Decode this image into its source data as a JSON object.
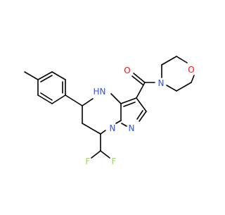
{
  "molecule": {
    "atom_labels": {
      "oxygen_carbonyl": "O",
      "nitrogen_morpholine": "N",
      "oxygen_morpholine": "O",
      "nitrogen_amine": "N",
      "hydrogen_amine": "H",
      "nitrogen_pyrazole_1": "N",
      "nitrogen_pyrazole_2": "N",
      "fluorine_left": "F",
      "fluorine_right": "F"
    },
    "colors": {
      "bond": "#000000",
      "oxygen": "#ff0d0d",
      "nitrogen": "#3050f8",
      "fluorine": "#90e050"
    }
  }
}
